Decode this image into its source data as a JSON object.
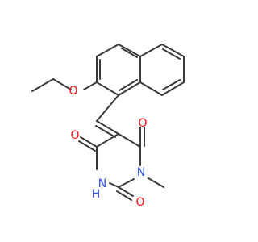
{
  "colors": {
    "bond": "#3a3a3a",
    "oxygen": "#ff0d0d",
    "nitrogen": "#3050f8",
    "background": "#ffffff"
  },
  "atoms": {
    "o_ether": "O",
    "o_top": "O",
    "o_left": "O",
    "o_bottom": "O",
    "n_methyl": "N",
    "n_h": "N",
    "h_on_n": "H"
  }
}
